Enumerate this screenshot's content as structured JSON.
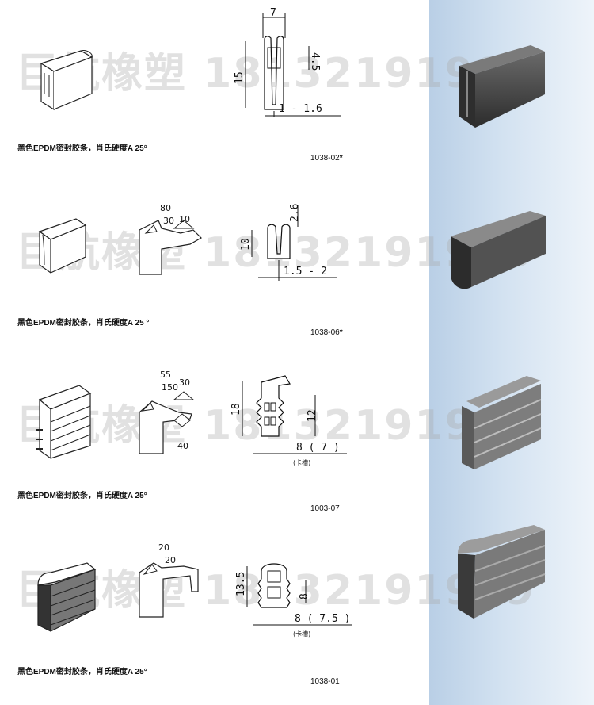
{
  "watermark": "巨航橡塑 18132191999",
  "items": [
    {
      "caption": "黑色EPDM密封胶条，肖氏硬度A 25°",
      "code": "1038-02",
      "mark": "*",
      "dims": {
        "width": "7",
        "height": "15",
        "inner": "4.5",
        "groove": "1 - 1.6"
      }
    },
    {
      "caption": "黑色EPDM密封胶条，肖氏硬度A 25 °",
      "code": "1038-06",
      "mark": "*",
      "angles": [
        "80",
        "30",
        "10"
      ],
      "dims": {
        "height": "10",
        "lip": "2.6",
        "groove": "1.5 - 2"
      }
    },
    {
      "caption": "黑色EPDM密封胶条，肖氏硬度A 25°",
      "code": "1003-07",
      "mark": "",
      "angles": [
        "55",
        "150",
        "30",
        "40"
      ],
      "dims": {
        "height": "18",
        "inner": "12",
        "groove": "8 ( 7 )",
        "groove_note": "(卡槽)"
      }
    },
    {
      "caption": "黑色EPDM密封胶条，肖氏硬度A 25°",
      "code": "1038-01",
      "mark": "",
      "angles": [
        "20",
        "20"
      ],
      "dims": {
        "height": "13.5",
        "inner": "8",
        "groove": "8 ( 7.5 )",
        "groove_note": "(卡槽)"
      }
    }
  ],
  "colors": {
    "panel_top": "#b9cfe6",
    "rubber": "#4a4a4a",
    "watermark": "#aaaaaa"
  }
}
